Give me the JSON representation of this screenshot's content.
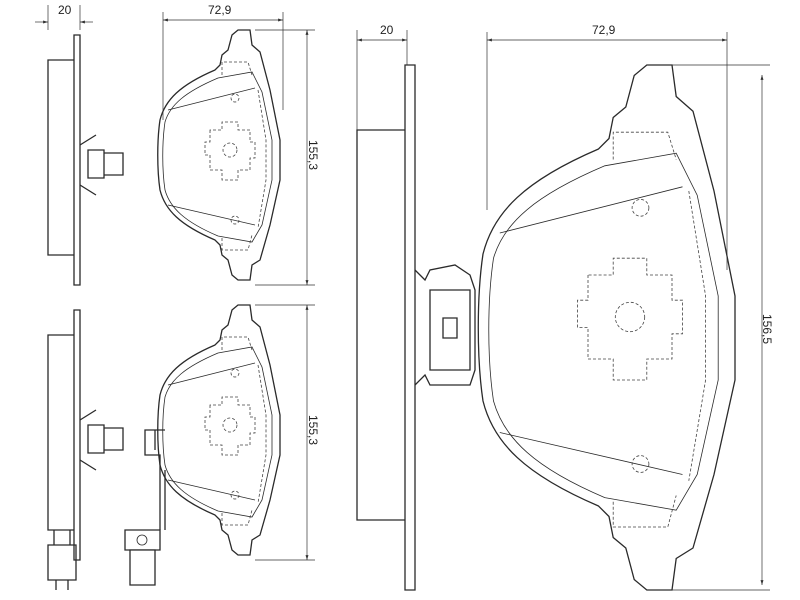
{
  "dimensions": {
    "small_side_thickness": "20",
    "small_pad_width": "72,9",
    "top_pad_height": "155,3",
    "bottom_pad_height": "155,3",
    "large_side_thickness": "20",
    "large_pad_width": "72,9",
    "large_pad_height": "156,5"
  }
}
